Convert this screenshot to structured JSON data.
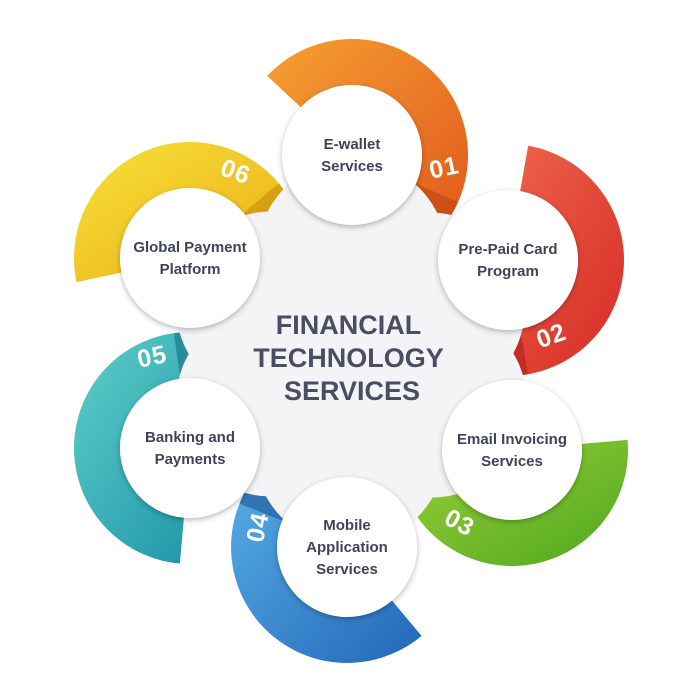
{
  "title_lines": [
    "FINANCIAL",
    "TECHNOLOGY",
    "SERVICES"
  ],
  "colors": {
    "text_dark": "#3f4456",
    "title": "#4a4e63",
    "center_fill": "#f4f4f6",
    "node_fill": "#ffffff"
  },
  "items": [
    {
      "number": "01",
      "lines": [
        "E-wallet",
        "Services"
      ],
      "color_light": "#f6a033",
      "color_dark": "#e0561a",
      "color_shadow": "#b8420f"
    },
    {
      "number": "02",
      "lines": [
        "Pre-Paid Card",
        "Program"
      ],
      "color_light": "#f06a4e",
      "color_dark": "#d62a25",
      "color_shadow": "#a91c1a"
    },
    {
      "number": "03",
      "lines": [
        "Email Invoicing",
        "Services"
      ],
      "color_light": "#9fd13b",
      "color_dark": "#4ea71e",
      "color_shadow": "#357a12"
    },
    {
      "number": "04",
      "lines": [
        "Mobile",
        "Application",
        "Services"
      ],
      "color_light": "#5ab0e6",
      "color_dark": "#2167b9",
      "color_shadow": "#184f90"
    },
    {
      "number": "05",
      "lines": [
        "Banking and",
        "Payments"
      ],
      "color_light": "#5fcfc8",
      "color_dark": "#178fa6",
      "color_shadow": "#0f6d80"
    },
    {
      "number": "06",
      "lines": [
        "Global Payment",
        "Platform"
      ],
      "color_light": "#f7e23b",
      "color_dark": "#eaa910",
      "color_shadow": "#bf8708"
    }
  ]
}
